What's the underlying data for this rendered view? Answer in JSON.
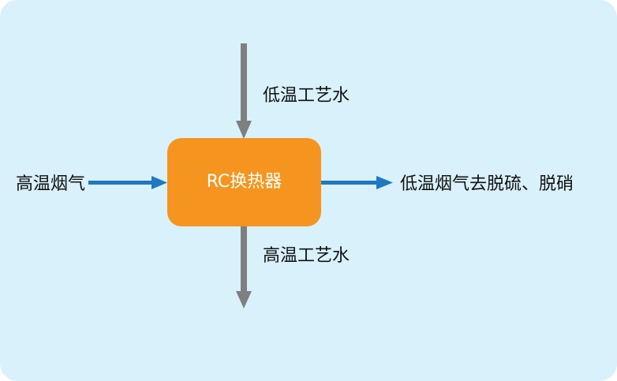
{
  "process": {
    "box_label": "RC换热器",
    "box_color": "#f5951f"
  },
  "flows": {
    "input_top_label": "低温工艺水",
    "output_bottom_label": "高温工艺水",
    "input_left_label": "高温烟气",
    "output_right_label": "低温烟气去脱硫、脱硝"
  },
  "colors": {
    "background": "#d9f1fb",
    "water_arrow": "#7f7f7f",
    "gas_arrow": "#1f78c1"
  }
}
